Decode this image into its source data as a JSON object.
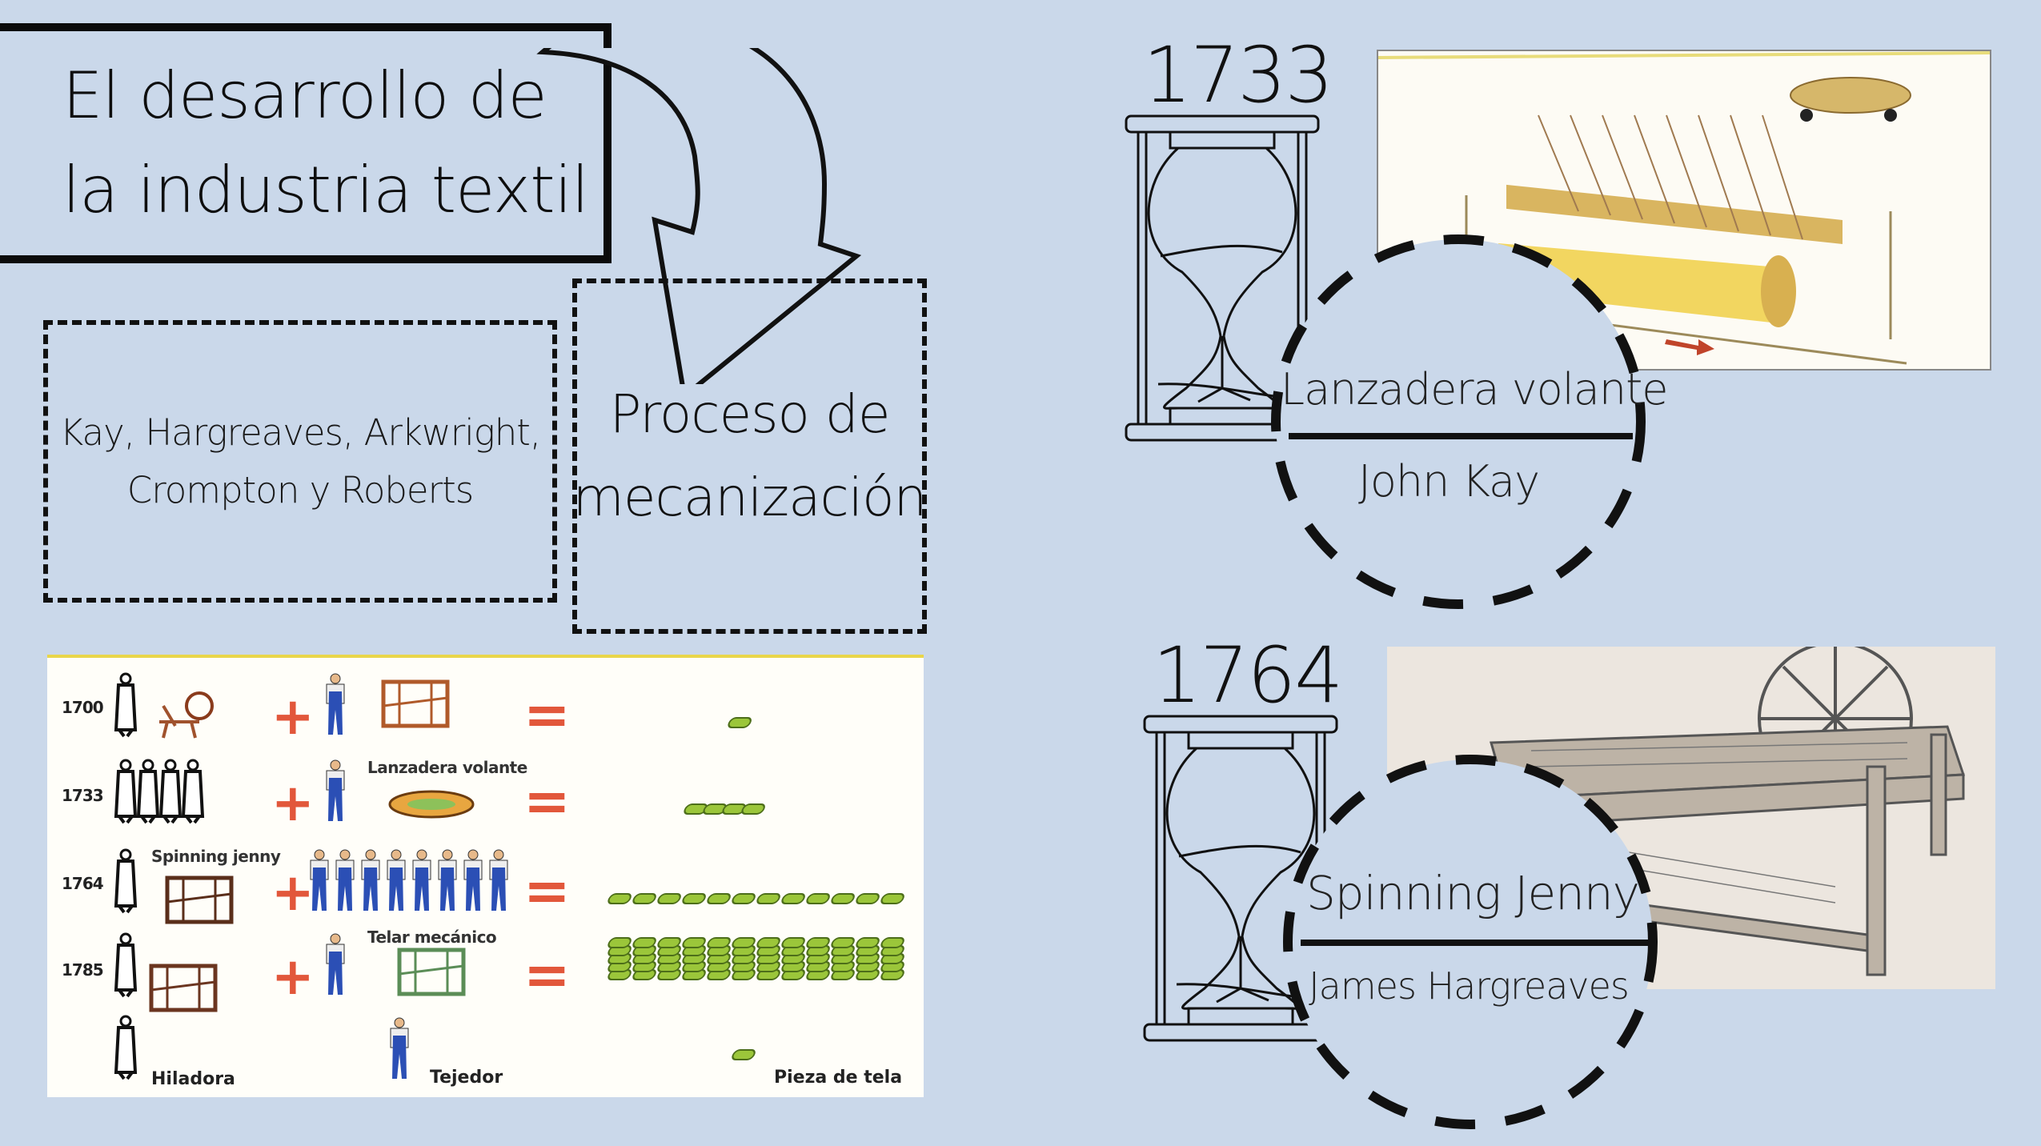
{
  "title": {
    "line1": "El desarrollo de",
    "line2": "la industria textil"
  },
  "inventors_box": {
    "line1": "Kay, Hargreaves, Arkwright,",
    "line2": "Crompton y Roberts"
  },
  "process_box": {
    "line1": "Proceso de",
    "line2": "mecanización"
  },
  "colors": {
    "background": "#cad8ea",
    "ink": "#111111",
    "operator": "#e2573b",
    "cloth": "#9bc63a",
    "worker_blue": "#2b4fb5"
  },
  "chart_data": {
    "type": "table",
    "title": "Producción textil: hiladoras + tejedores = piezas de tela",
    "rows": [
      {
        "year": "1700",
        "spinners": 1,
        "spinning_device": "rueca",
        "weavers": 1,
        "weaving_device": "telar manual",
        "device_label": "",
        "cloth_pieces": 1
      },
      {
        "year": "1733",
        "spinners": 4,
        "spinning_device": "",
        "weavers": 1,
        "weaving_device": "Lanzadera volante",
        "device_label": "Lanzadera volante",
        "cloth_pieces": 4
      },
      {
        "year": "1764",
        "spinners": 1,
        "spinning_device": "Spinning jenny",
        "weavers": 8,
        "weaving_device": "",
        "device_label": "Spinning jenny",
        "cloth_pieces": 12
      },
      {
        "year": "1785",
        "spinners": 1,
        "spinning_device": "hiladora mecánica",
        "weavers": 1,
        "weaving_device": "Telar mecánico",
        "device_label": "Telar mecánico",
        "cloth_pieces": 60
      }
    ],
    "legend": [
      {
        "symbol": "spinner-figure",
        "label": "Hiladora"
      },
      {
        "symbol": "weaver-figure",
        "label": "Tejedor"
      },
      {
        "symbol": "cloth-roll",
        "label": "Pieza de tela"
      }
    ],
    "operators": {
      "plus": "+",
      "equals": "="
    }
  },
  "timeline": [
    {
      "year": "1733",
      "invention": "Lanzadera volante",
      "inventor": "John Kay",
      "image": "flying-shuttle-loom-illustration"
    },
    {
      "year": "1764",
      "invention": "Spinning Jenny",
      "inventor": "James Hargreaves",
      "image": "spinning-jenny-engraving"
    }
  ]
}
